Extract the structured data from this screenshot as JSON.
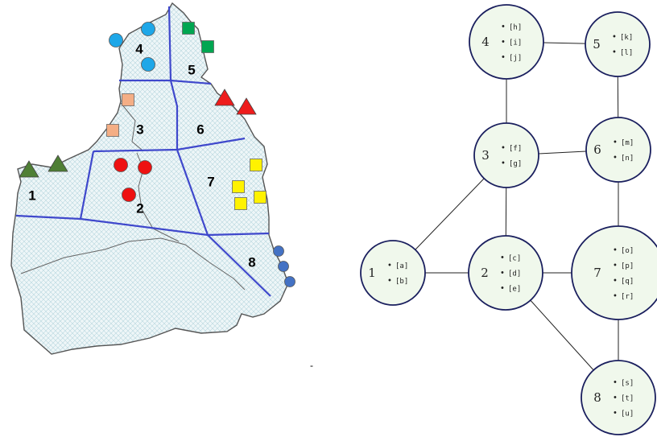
{
  "map": {
    "regions": [
      {
        "id": "1",
        "label": "1"
      },
      {
        "id": "2",
        "label": "2"
      },
      {
        "id": "3",
        "label": "3"
      },
      {
        "id": "4",
        "label": "4"
      },
      {
        "id": "5",
        "label": "5"
      },
      {
        "id": "6",
        "label": "6"
      },
      {
        "id": "7",
        "label": "7"
      },
      {
        "id": "8",
        "label": "8"
      }
    ],
    "markers": [
      {
        "region": "4",
        "shape": "circle",
        "color": "#1EA7E8",
        "count": 3
      },
      {
        "region": "5",
        "shape": "square",
        "color": "#00A651",
        "count": 2
      },
      {
        "region": "3",
        "shape": "square",
        "color": "#F4AE85",
        "count": 2
      },
      {
        "region": "6",
        "shape": "triangle",
        "color": "#EE1C1C",
        "count": 2
      },
      {
        "region": "1",
        "shape": "triangle",
        "color": "#4F7F35",
        "count": 2
      },
      {
        "region": "2",
        "shape": "circle",
        "color": "#EE1111",
        "count": 3
      },
      {
        "region": "7",
        "shape": "square",
        "color": "#FFF200",
        "count": 4
      },
      {
        "region": "8",
        "shape": "circle",
        "color": "#4472C4",
        "count": 3
      }
    ],
    "colors": {
      "border": "#3F48CC",
      "outline": "#555555",
      "fill": "#E8F2F6"
    }
  },
  "graph": {
    "nodes": [
      {
        "id": "1",
        "label": "1",
        "items": [
          "[a]",
          "[b]"
        ]
      },
      {
        "id": "2",
        "label": "2",
        "items": [
          "[c]",
          "[d]",
          "[e]"
        ]
      },
      {
        "id": "3",
        "label": "3",
        "items": [
          "[f]",
          "[g]"
        ]
      },
      {
        "id": "4",
        "label": "4",
        "items": [
          "[h]",
          "[i]",
          "[j]"
        ]
      },
      {
        "id": "5",
        "label": "5",
        "items": [
          "[k]",
          "[l]"
        ]
      },
      {
        "id": "6",
        "label": "6",
        "items": [
          "[m]",
          "[n]"
        ]
      },
      {
        "id": "7",
        "label": "7",
        "items": [
          "[o]",
          "[p]",
          "[q]",
          "[r]"
        ]
      },
      {
        "id": "8",
        "label": "8",
        "items": [
          "[s]",
          "[t]",
          "[u]"
        ]
      }
    ],
    "edges": [
      [
        "1",
        "2"
      ],
      [
        "1",
        "3"
      ],
      [
        "2",
        "3"
      ],
      [
        "3",
        "4"
      ],
      [
        "3",
        "6"
      ],
      [
        "4",
        "5"
      ],
      [
        "5",
        "6"
      ],
      [
        "6",
        "7"
      ],
      [
        "2",
        "7"
      ],
      [
        "2",
        "8"
      ],
      [
        "7",
        "8"
      ]
    ],
    "colors": {
      "node_fill": "#F0F8EC",
      "node_stroke": "#1A1F5E",
      "edge": "#222222"
    }
  },
  "stray_mark": "-"
}
